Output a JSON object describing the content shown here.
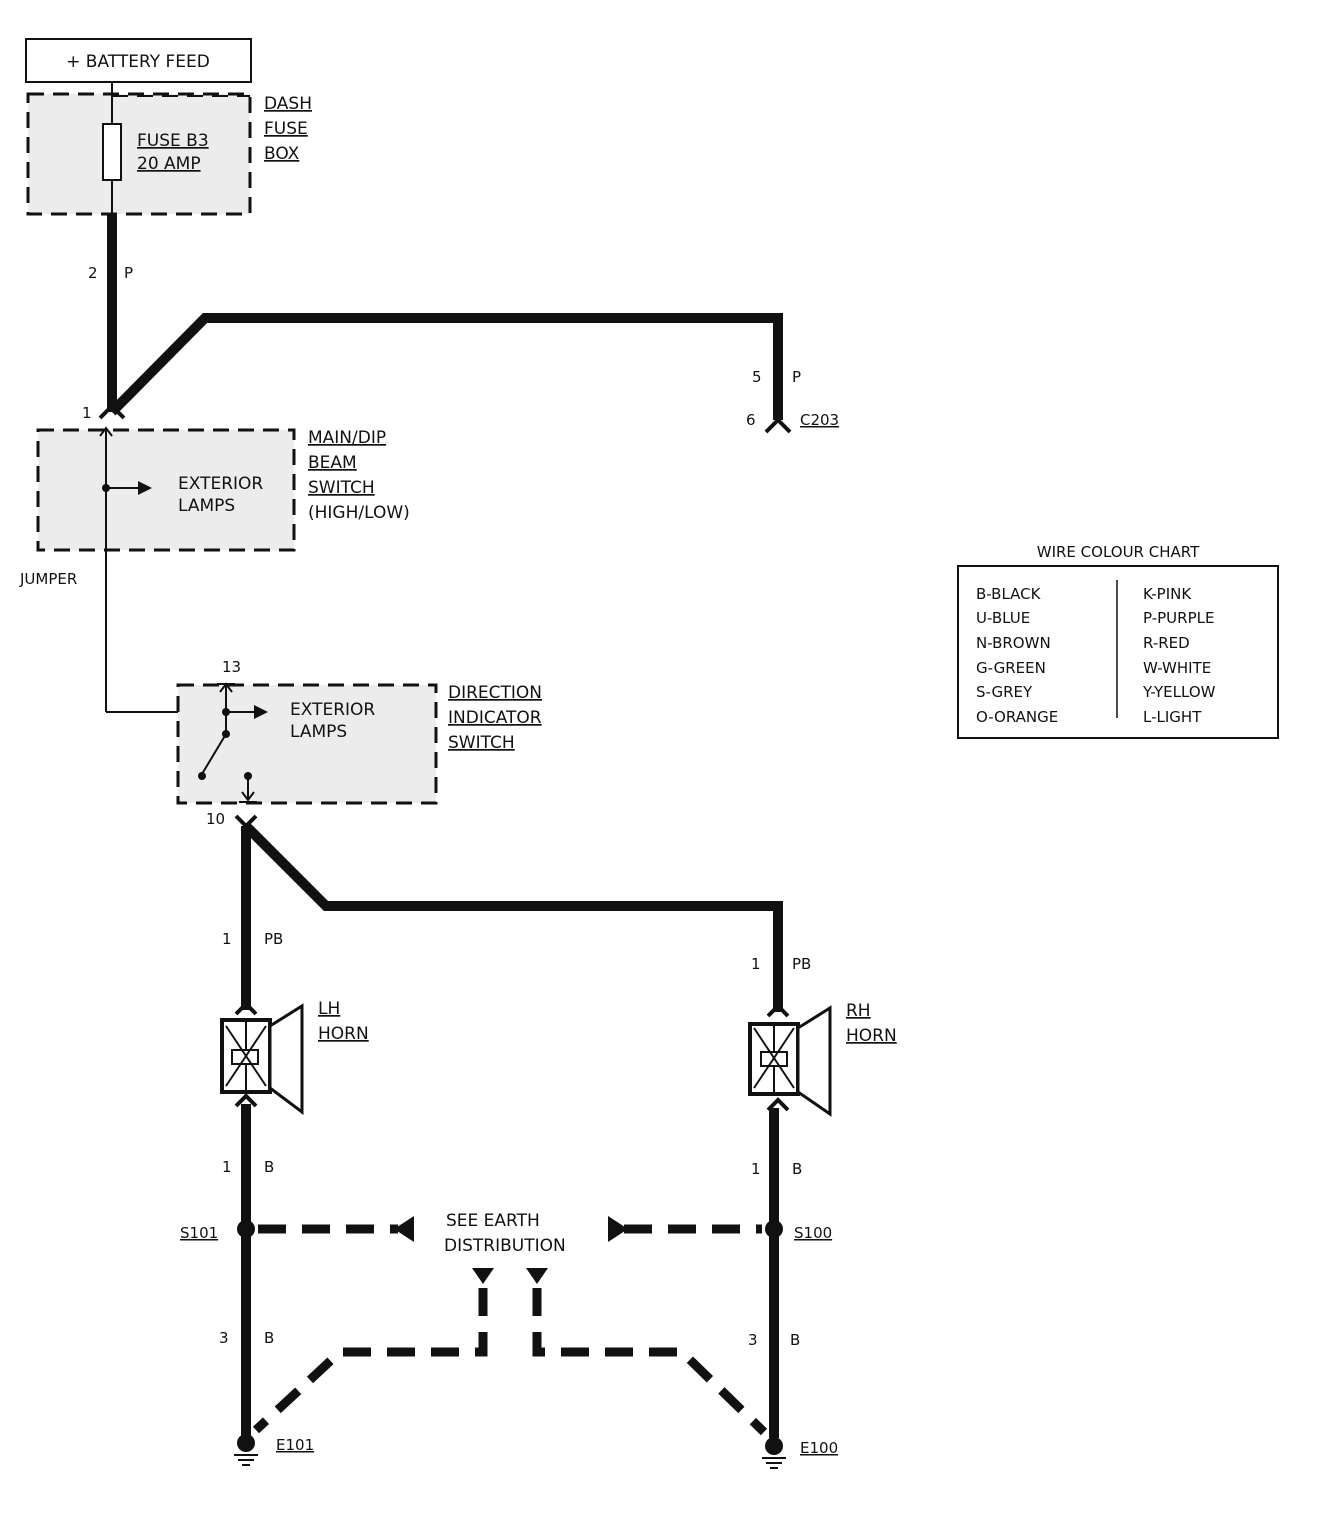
{
  "battery_feed": "+ BATTERY FEED",
  "fuse_box": {
    "line1": "DASH",
    "line2": "FUSE",
    "line3": "BOX",
    "fuse_name": "FUSE B3",
    "fuse_rating": "20 AMP"
  },
  "wires": {
    "fuse_to_switch": {
      "pin": "2",
      "colour": "P"
    },
    "to_c203": {
      "pin": "5",
      "colour": "P"
    },
    "lh_horn_feed": {
      "pin": "1",
      "colour": "PB"
    },
    "rh_horn_feed": {
      "pin": "1",
      "colour": "PB"
    },
    "lh_horn_earth": {
      "pin": "1",
      "colour": "B"
    },
    "rh_horn_earth": {
      "pin": "1",
      "colour": "B"
    },
    "lh_to_e101": {
      "pin": "3",
      "colour": "B"
    },
    "rh_to_e100": {
      "pin": "3",
      "colour": "B"
    }
  },
  "connector_c203": {
    "pin": "6",
    "name": "C203"
  },
  "beam_switch": {
    "pin": "1",
    "inner_line1": "EXTERIOR",
    "inner_line2": "LAMPS",
    "line1": "MAIN/DIP",
    "line2": "BEAM",
    "line3": "SWITCH",
    "line4": "(HIGH/LOW)"
  },
  "jumper": "JUMPER",
  "indicator_switch": {
    "pin_in": "13",
    "pin_out": "10",
    "inner_line1": "EXTERIOR",
    "inner_line2": "LAMPS",
    "line1": "DIRECTION",
    "line2": "INDICATOR",
    "line3": "SWITCH"
  },
  "lh_horn": {
    "line1": "LH",
    "line2": "HORN"
  },
  "rh_horn": {
    "line1": "RH",
    "line2": "HORN"
  },
  "splices": {
    "left": "S101",
    "right": "S100"
  },
  "earth_note": {
    "line1": "SEE EARTH",
    "line2": "DISTRIBUTION"
  },
  "earths": {
    "left": "E101",
    "right": "E100"
  },
  "colour_chart": {
    "title": "WIRE COLOUR CHART",
    "left": [
      "B-BLACK",
      "U-BLUE",
      "N-BROWN",
      "G-GREEN",
      "S-GREY",
      "O-ORANGE"
    ],
    "right": [
      "K-PINK",
      "P-PURPLE",
      "R-RED",
      "W-WHITE",
      "Y-YELLOW",
      "L-LIGHT"
    ]
  }
}
